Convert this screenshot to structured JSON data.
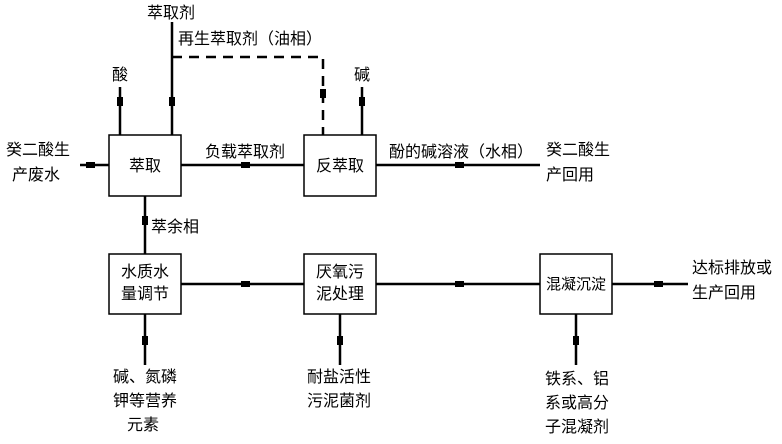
{
  "boxes": {
    "extraction": "萃取",
    "back_extraction": "反萃取",
    "water_adjust": [
      "水质水",
      "量调节"
    ],
    "anaerobic": [
      "厌氧污",
      "泥处理"
    ],
    "coagulation": "混凝沉淀"
  },
  "labels": {
    "extractant": "萃取剂",
    "regenerated_extractant": "再生萃取剂（油相）",
    "acid": "酸",
    "alkali": "碱",
    "inflow": [
      "癸二酸生",
      "产废水"
    ],
    "loaded_extractant": "负载萃取剂",
    "phenol_alkali_solution": "酚的碱溶液（水相）",
    "reuse_top": [
      "癸二酸生",
      "产回用"
    ],
    "raffinate": "萃余相",
    "nutrients": [
      "碱、氮磷",
      "钾等营养",
      "元素"
    ],
    "salt_sludge": [
      "耐盐活性",
      "污泥菌剂"
    ],
    "coagulants": [
      "铁系、铝",
      "系或高分",
      "子混凝剂"
    ],
    "discharge": [
      "达标排放或",
      "生产回用"
    ]
  }
}
